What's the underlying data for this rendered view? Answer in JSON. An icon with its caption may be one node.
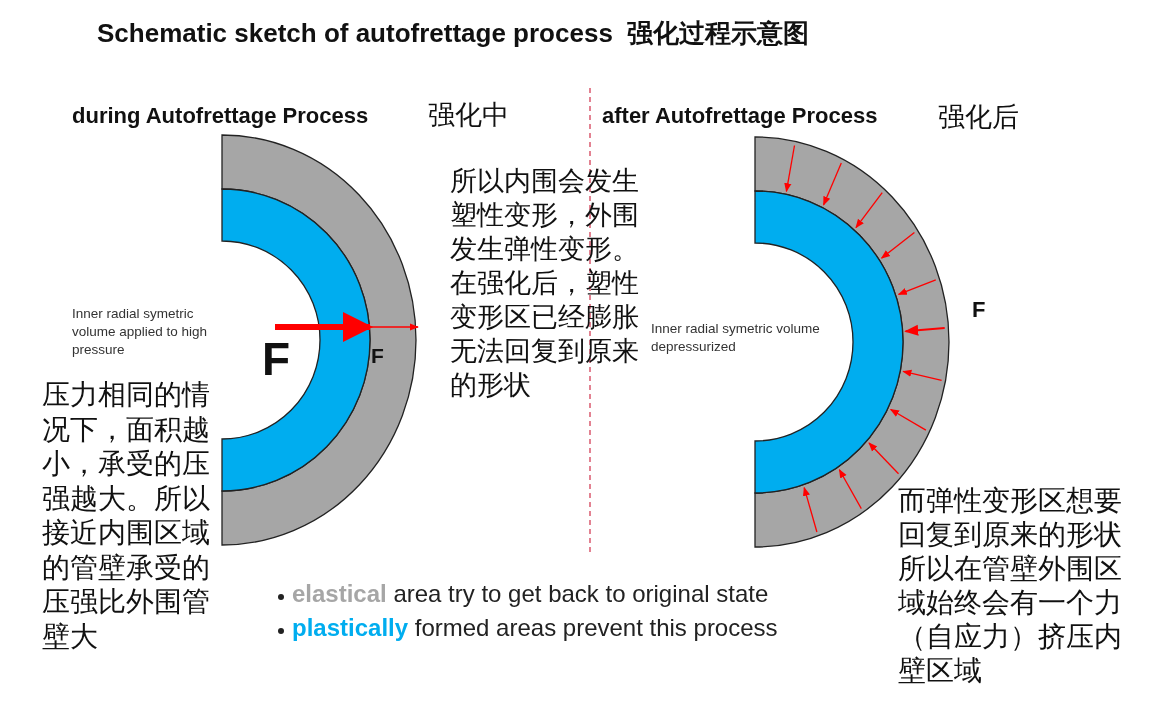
{
  "diagram": {
    "title": "Schematic sketch of autofrettage process  强化过程示意图",
    "labels": [
      "during Autofrettage Process",
      "强化中",
      "after Autofrettage Process",
      "强化后",
      "所以内围会发生塑性变形，外围发生弹性变形。在强化后，塑性变形区已经膨胀无法回复到原来的形状",
      "Inner radial symetric volume applied to high pressure",
      "F",
      "F",
      "Inner radial symetric volume depressurized",
      "F",
      "压力相同的情况下，面积越小，承受的压强越大。所以接近内围区域的管壁承受的压强比外围管壁大",
      "elastical area try to get back to original state",
      "plastically formed areas prevent this process",
      "而弹性变形区想要回复到原来的形状所以在管壁外围区域始终会有一个力（自应力）挤压内壁区域"
    ]
  }
}
